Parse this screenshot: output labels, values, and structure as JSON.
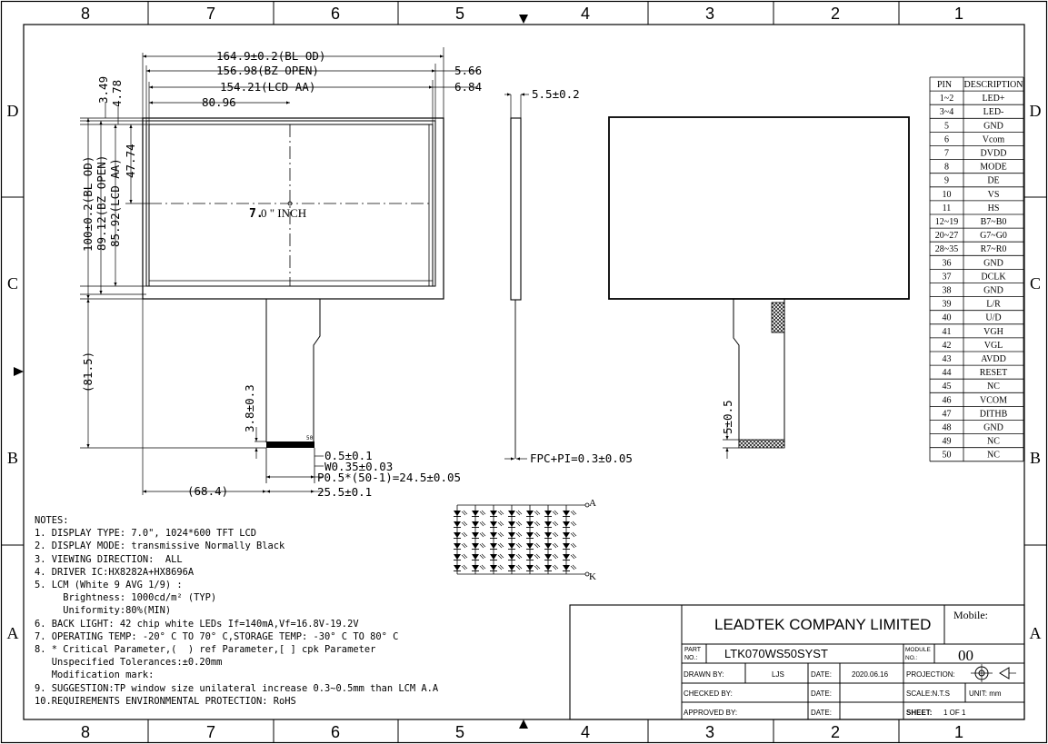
{
  "grid": {
    "columns": [
      "8",
      "7",
      "6",
      "5",
      "4",
      "3",
      "2",
      "1"
    ],
    "rows": [
      "D",
      "C",
      "B",
      "A"
    ]
  },
  "front_view": {
    "dim_bl_od": "164.9±0.2(BL OD)",
    "dim_bz_open": "156.98(BZ OPEN)",
    "dim_lcd_aa": "154.21(LCD AA)",
    "dim_right_1": "5.66",
    "dim_right_2": "6.84",
    "dim_center_x": "80.96",
    "dim_top_1": "3.49",
    "dim_top_2": "4.78",
    "dim_center_y": "47.74",
    "dim_h_bl_od": "100±0.2(BL OD)",
    "dim_h_bz_open": "89.12(BZ OPEN)",
    "dim_h_lcd_aa": "85.92(LCD AA)",
    "dim_fpc_len": "(81.5)",
    "dim_fpc_x": "(68.4)",
    "dim_stiffener": "3.8±0.3",
    "pin_count_label": "50",
    "dim_pin_1": "0.5±0.1",
    "dim_pin_2": "W0.35±0.03",
    "dim_pitch": "P0.5*(50-1)=24.5±0.05",
    "dim_fpc_width": "25.5±0.1",
    "size_number": "7.",
    "size_rest": "0 \" INCH"
  },
  "side_view": {
    "thickness": "5.5±0.2",
    "fpc_thickness": "FPC+PI=0.3±0.05"
  },
  "back_view": {
    "dim_stiffener": "5±0.5"
  },
  "led_diagram": {
    "anode": "A",
    "cathode": "K"
  },
  "pin_table": {
    "headers": [
      "PIN",
      "DESCRIPTION"
    ],
    "rows": [
      [
        "1~2",
        "LED+"
      ],
      [
        "3~4",
        "LED-"
      ],
      [
        "5",
        "GND"
      ],
      [
        "6",
        "Vcom"
      ],
      [
        "7",
        "DVDD"
      ],
      [
        "8",
        "MODE"
      ],
      [
        "9",
        "DE"
      ],
      [
        "10",
        "VS"
      ],
      [
        "11",
        "HS"
      ],
      [
        "12~19",
        "B7~B0"
      ],
      [
        "20~27",
        "G7~G0"
      ],
      [
        "28~35",
        "R7~R0"
      ],
      [
        "36",
        "GND"
      ],
      [
        "37",
        "DCLK"
      ],
      [
        "38",
        "GND"
      ],
      [
        "39",
        "L/R"
      ],
      [
        "40",
        "U/D"
      ],
      [
        "41",
        "VGH"
      ],
      [
        "42",
        "VGL"
      ],
      [
        "43",
        "AVDD"
      ],
      [
        "44",
        "RESET"
      ],
      [
        "45",
        "NC"
      ],
      [
        "46",
        "VCOM"
      ],
      [
        "47",
        "DITHB"
      ],
      [
        "48",
        "GND"
      ],
      [
        "49",
        "NC"
      ],
      [
        "50",
        "NC"
      ]
    ]
  },
  "notes": {
    "title": "NOTES:",
    "lines": [
      "1. DISPLAY TYPE: 7.0\", 1024*600 TFT LCD",
      "2. DISPLAY MODE: transmissive Normally Black",
      "3. VIEWING DIRECTION:  ALL",
      "4. DRIVER IC:HX8282A+HX8696A",
      "5. LCM (White 9 AVG 1/9) :",
      "     Brightness: 1000cd/m² (TYP)",
      "     Uniformity:80%(MIN)",
      "6. BACK LIGHT: 42 chip white LEDs If=140mA,Vf=16.8V-19.2V",
      "7. OPERATING TEMP: -20° C TO 70° C,STORAGE TEMP: -30° C TO 80° C",
      "8. * Critical Parameter,(  ) ref Parameter,[ ] cpk Parameter",
      "   Unspecified Tolerances:±0.20mm",
      "   Modification mark:",
      "9. SUGGESTION:TP window size unilateral increase 0.3~0.5mm than LCM A.A",
      "10.REQUIREMENTS ENVIRONMENTAL PROTECTION: RoHS"
    ]
  },
  "title_block": {
    "company": "LEADTEK COMPANY LIMITED",
    "mobile_label": "Mobile:",
    "part_no_label_1": "PART",
    "part_no_label_2": "NO.:",
    "part_no": "LTK070WS50SYST",
    "module_label_1": "MODULE",
    "module_label_2": "NO.:",
    "module_no": "00",
    "drawn_by_label": "DRAWN BY:",
    "drawn_by": "LJS",
    "date_label": "DATE:",
    "date": "2020.06.16",
    "projection_label": "PROJECTION:",
    "checked_by_label": "CHECKED BY:",
    "scale_label": "SCALE:N.T.S",
    "unit_label": "UNIT: mm",
    "approved_by_label": "APPROVED BY:",
    "sheet_label": "SHEET:",
    "sheet_value": "1  OF  1"
  }
}
